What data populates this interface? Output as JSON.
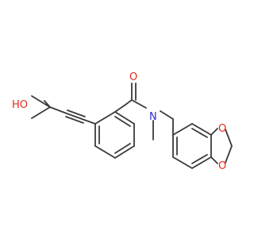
{
  "molecule": {
    "atoms": {
      "hydroxyl": "HO",
      "carbonyl_oxygen": "O",
      "amide_nitrogen": "N",
      "ring_oxygen_upper": "O",
      "ring_oxygen_lower": "O"
    },
    "colors": {
      "bond": "#3a3a3a",
      "oxygen": "#e8281e",
      "nitrogen": "#2b2bd6"
    }
  }
}
